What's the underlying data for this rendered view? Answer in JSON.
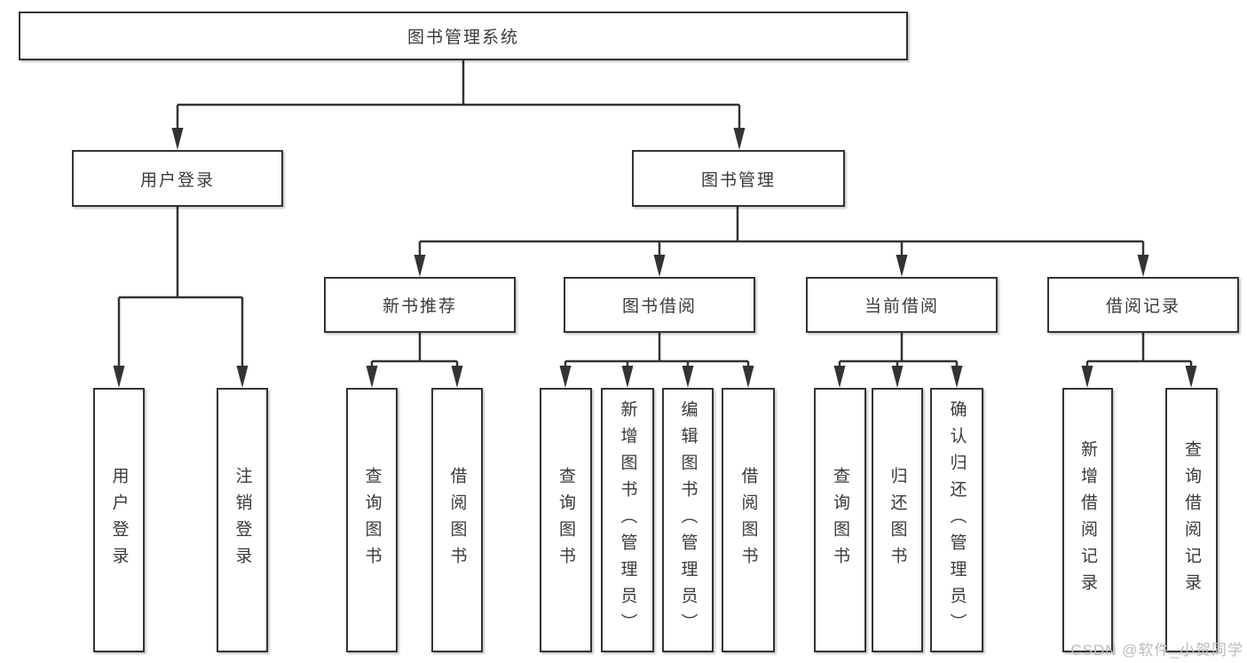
{
  "watermark": "CSDN @软件_小贺同学",
  "colors": {
    "line": "#333333",
    "text": "#3a3a3a",
    "background": "#ffffff",
    "watermark": "#bcbcbc"
  },
  "tree": {
    "label": "图书管理系统",
    "children": [
      {
        "label": "用户登录",
        "children": [
          {
            "label": "用户登录"
          },
          {
            "label": "注销登录"
          }
        ]
      },
      {
        "label": "图书管理",
        "children": [
          {
            "label": "新书推荐",
            "children": [
              {
                "label": "查询图书"
              },
              {
                "label": "借阅图书"
              }
            ]
          },
          {
            "label": "图书借阅",
            "children": [
              {
                "label": "查询图书"
              },
              {
                "label": "新增图书（管理员）"
              },
              {
                "label": "编辑图书（管理员）"
              },
              {
                "label": "借阅图书"
              }
            ]
          },
          {
            "label": "当前借阅",
            "children": [
              {
                "label": "查询图书"
              },
              {
                "label": "归还图书"
              },
              {
                "label": "确认归还（管理员）"
              }
            ]
          },
          {
            "label": "借阅记录",
            "children": [
              {
                "label": "新增借阅记录"
              },
              {
                "label": "查询借阅记录"
              }
            ]
          }
        ]
      }
    ]
  }
}
